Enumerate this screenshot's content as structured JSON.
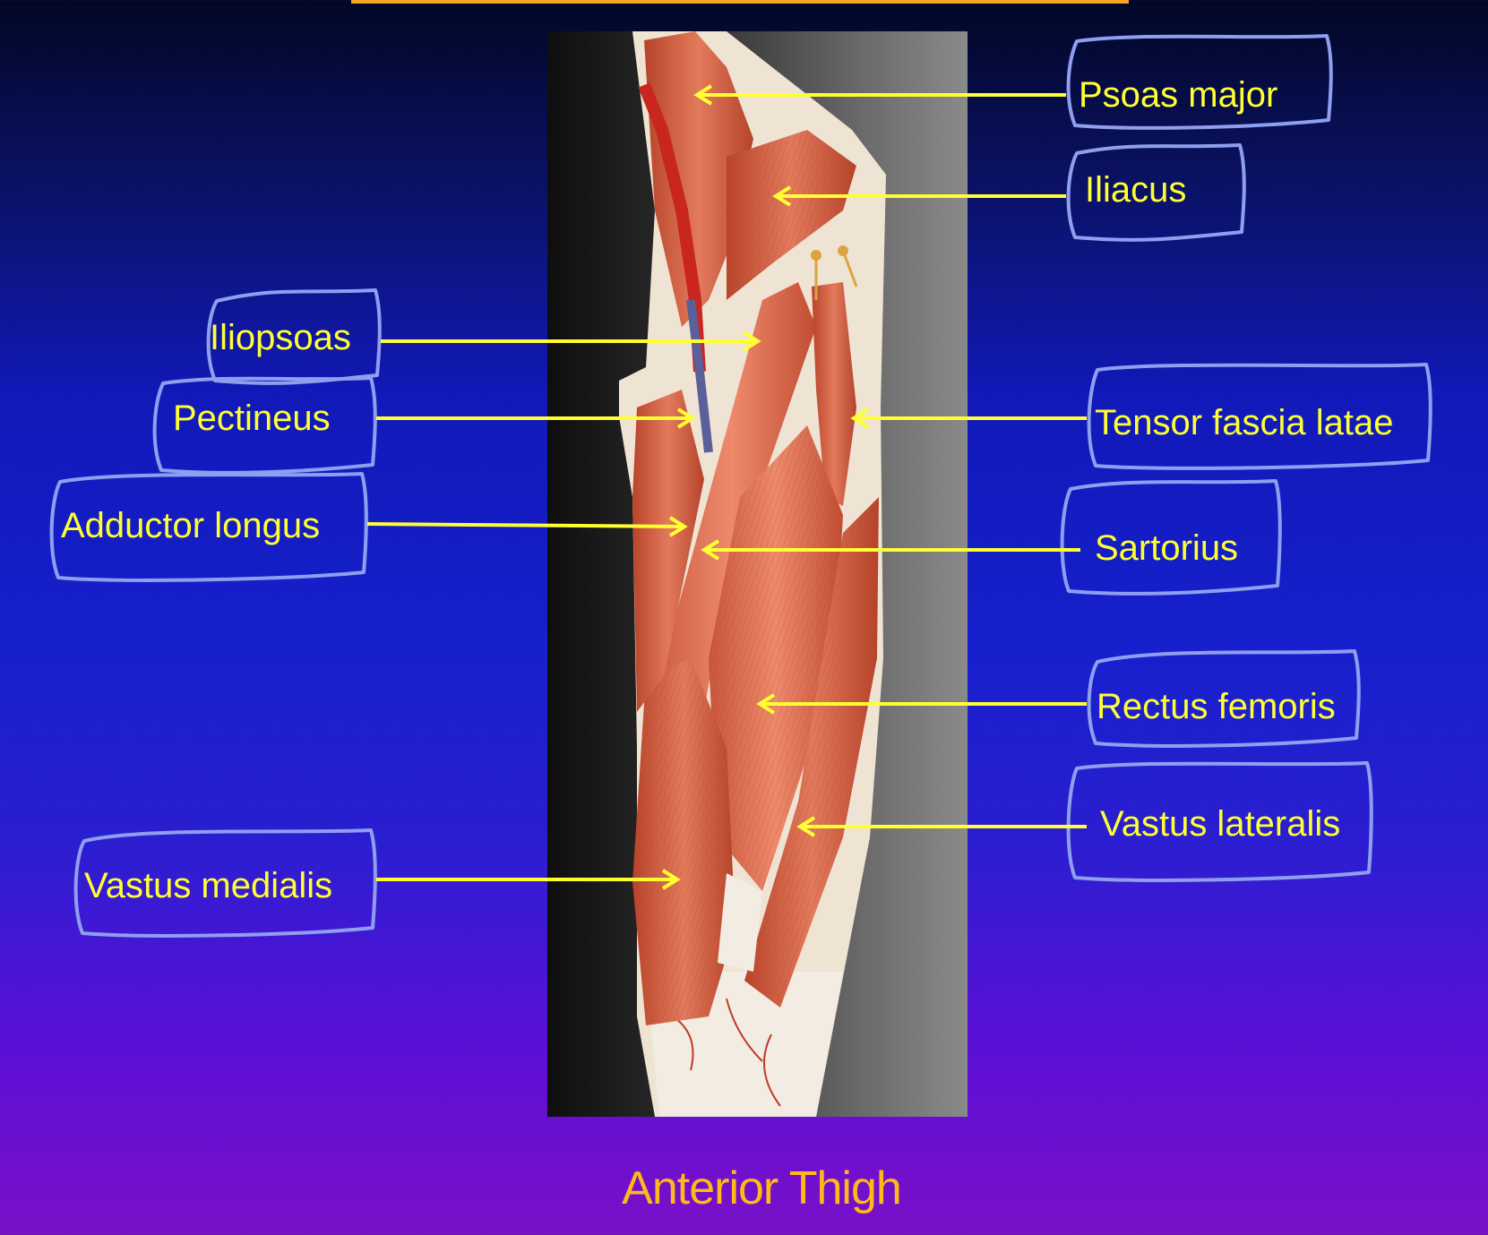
{
  "slide": {
    "title": "Anterior Thigh",
    "colors": {
      "label_text": "#ffff33",
      "pointer_line": "#ffff33",
      "title_text": "#ffb81a",
      "top_rule": "#f5a623",
      "callout_border": "#8f9ff0"
    },
    "image": "photo of anatomical model of the anterior thigh muscles",
    "labels": [
      {
        "id": "psoas-major",
        "text": "Psoas major"
      },
      {
        "id": "iliacus",
        "text": "Iliacus"
      },
      {
        "id": "iliopsoas",
        "text": "Iliopsoas"
      },
      {
        "id": "pectineus",
        "text": "Pectineus"
      },
      {
        "id": "adductor-longus",
        "text": "Adductor longus"
      },
      {
        "id": "vastus-medialis",
        "text": "Vastus medialis"
      },
      {
        "id": "tensor-fascia-latae",
        "text": "Tensor fascia latae"
      },
      {
        "id": "sartorius",
        "text": "Sartorius"
      },
      {
        "id": "rectus-femoris",
        "text": "Rectus femoris"
      },
      {
        "id": "vastus-lateralis",
        "text": "Vastus lateralis"
      }
    ]
  }
}
